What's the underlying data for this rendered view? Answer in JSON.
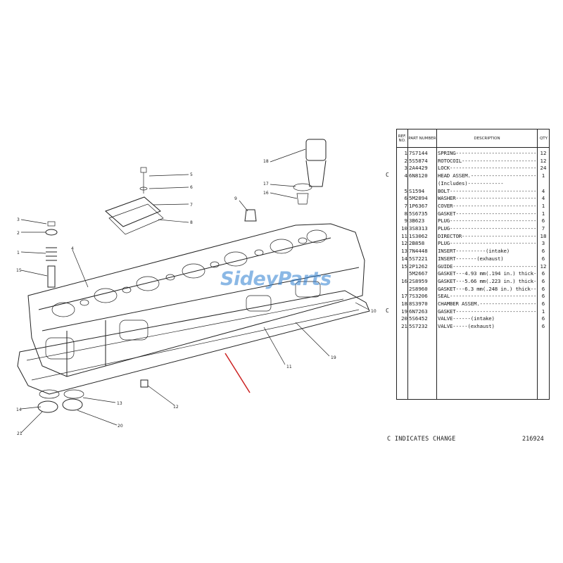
{
  "watermark": "SideyParts",
  "table": {
    "headers": {
      "ref": "REF. NO.",
      "part": "PART NUMBER",
      "description": "DESCRIPTION",
      "qty": "QTY"
    },
    "rows": [
      {
        "ref": "1",
        "part": "7S7144",
        "desc": "SPRING",
        "qty": "12",
        "change": ""
      },
      {
        "ref": "2",
        "part": "5S5874",
        "desc": "ROTOCOIL",
        "qty": "12",
        "change": ""
      },
      {
        "ref": "3",
        "part": "2A4429",
        "desc": "LOCK",
        "qty": "24",
        "change": ""
      },
      {
        "ref": "4",
        "part": "6N8120",
        "desc": "HEAD ASSEM.",
        "qty": "1",
        "change": "C"
      },
      {
        "ref": "",
        "part": "",
        "desc": "   (Includes)",
        "qty": "",
        "change": ""
      },
      {
        "ref": "5",
        "part": "S1594",
        "desc": "   BOLT",
        "qty": "4",
        "change": ""
      },
      {
        "ref": "6",
        "part": "5M2894",
        "desc": "   WASHER",
        "qty": "4",
        "change": ""
      },
      {
        "ref": "7",
        "part": "1P6367",
        "desc": "   COVER",
        "qty": "1",
        "change": ""
      },
      {
        "ref": "8",
        "part": "5S6735",
        "desc": "   GASKET",
        "qty": "1",
        "change": ""
      },
      {
        "ref": "9",
        "part": "3B623",
        "desc": "   PLUG",
        "qty": "6",
        "change": ""
      },
      {
        "ref": "10",
        "part": "3S8313",
        "desc": "   PLUG",
        "qty": "7",
        "change": ""
      },
      {
        "ref": "11",
        "part": "1S3062",
        "desc": "   DIRECTOR",
        "qty": "18",
        "change": ""
      },
      {
        "ref": "12",
        "part": "2B858",
        "desc": "   PLUG",
        "qty": "3",
        "change": ""
      },
      {
        "ref": "13",
        "part": "7N4448",
        "desc": "   INSERT----------(intake)",
        "qty": "6",
        "change": ""
      },
      {
        "ref": "14",
        "part": "5S7221",
        "desc": "   INSERT-------(exhaust)",
        "qty": "6",
        "change": ""
      },
      {
        "ref": "15",
        "part": "2P1262",
        "desc": "   GUIDE",
        "qty": "12",
        "change": ""
      },
      {
        "ref": "",
        "part": "5M2667",
        "desc": "GASKET---4.93 mm(.194 in.) thick",
        "qty": "6",
        "change": ""
      },
      {
        "ref": "16",
        "part": "2S8959",
        "desc": "GASKET---5.66 mm(.223 in.) thick",
        "qty": "6",
        "change": ""
      },
      {
        "ref": "",
        "part": "2S8960",
        "desc": "GASKET---6.3 mm(.248 in.) thick",
        "qty": "6",
        "change": ""
      },
      {
        "ref": "17",
        "part": "7S3206",
        "desc": "SEAL",
        "qty": "6",
        "change": ""
      },
      {
        "ref": "18",
        "part": "8S3970",
        "desc": "CHAMBER ASSEM.",
        "qty": "6",
        "change": ""
      },
      {
        "ref": "19",
        "part": "6N7263",
        "desc": "GASKET",
        "qty": "1",
        "change": "C"
      },
      {
        "ref": "20",
        "part": "5S6452",
        "desc": "VALVE------(intake)",
        "qty": "6",
        "change": ""
      },
      {
        "ref": "21",
        "part": "5S7232",
        "desc": "VALVE-----(exhaust)",
        "qty": "6",
        "change": ""
      }
    ]
  },
  "callouts": [
    "1",
    "2",
    "3",
    "4",
    "5",
    "6",
    "7",
    "8",
    "9",
    "10",
    "11",
    "12",
    "13",
    "14",
    "15",
    "16",
    "17",
    "18",
    "19",
    "20",
    "21"
  ],
  "footer": {
    "note": "C INDICATES CHANGE",
    "drawing_number": "216924"
  },
  "colors": {
    "line": "#222222",
    "watermark": "#2e7fd0",
    "arrow": "#cc2222"
  }
}
